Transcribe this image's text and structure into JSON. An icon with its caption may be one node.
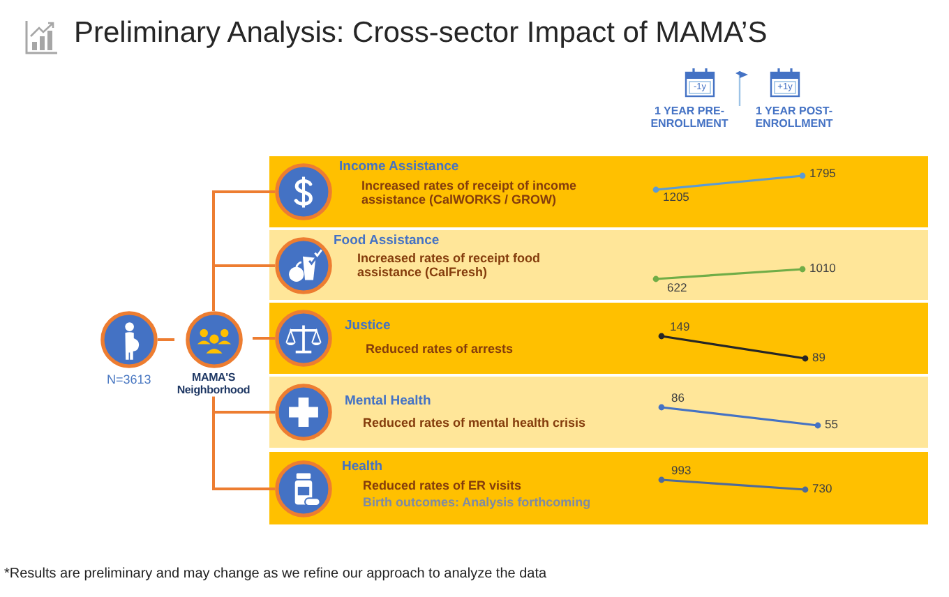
{
  "diagram": {
    "title": "Preliminary Analysis: Cross-sector Impact of MAMA’S",
    "caption": "*Results are preliminary and may change as we refine our approach to analyze the data",
    "nodes": [
      {
        "text": [],
        "shape": "circle",
        "beside": [
          "N=3613"
        ]
      },
      {
        "text": [
          "MAMA'S Neighborhood"
        ]
      },
      {
        "text": [
          "Income Assistance",
          "Increased rates of receipt of income assistance (CalWORKS / GROW)"
        ]
      },
      {
        "text": [],
        "shape": "circle",
        "in": 2
      },
      {
        "text": [
          "Food Assistance",
          "Increased rates of receipt food assistance (CalFresh)"
        ]
      },
      {
        "text": [],
        "shape": "circle",
        "in": 4
      },
      {
        "text": [
          "Justice",
          "Reduced rates of arrests"
        ]
      },
      {
        "text": [],
        "shape": "circle",
        "in": 6
      },
      {
        "text": [
          "Mental Health",
          "Reduced rates of mental health crisis"
        ]
      },
      {
        "text": [],
        "shape": "circle",
        "in": 8
      },
      {
        "text": [
          "Health",
          "Reduced rates of ER visits",
          "Birth outcomes: Analysis forthcoming"
        ]
      },
      {
        "text": [],
        "shape": "circle",
        "in": 10
      }
    ],
    "edges": [
      {
        "from": 0,
        "to": 1,
        "arrow": "none"
      },
      {
        "from": 1,
        "to": 3,
        "arrow": "none"
      },
      {
        "from": 1,
        "to": 5,
        "arrow": "none"
      },
      {
        "from": 1,
        "to": 7,
        "arrow": "none"
      },
      {
        "from": 1,
        "to": 9,
        "arrow": "none"
      },
      {
        "from": 1,
        "to": 11,
        "arrow": "none"
      }
    ],
    "labels": [
      "-1y",
      "+1y",
      "1 YEAR PRE-ENROLLMENT",
      "1 YEAR POST-ENROLLMENT",
      "1795",
      "1205",
      "1010",
      "622",
      "149",
      "89",
      "86",
      "55",
      "993",
      "730"
    ]
  }
}
